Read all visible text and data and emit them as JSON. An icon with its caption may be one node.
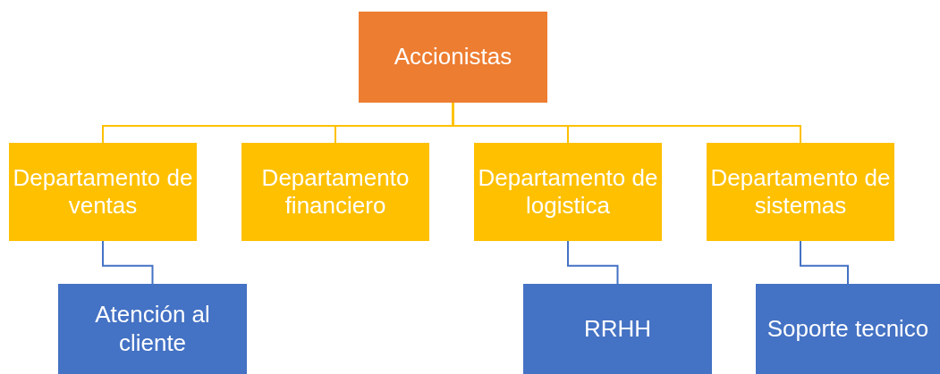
{
  "diagram": {
    "nodes": [
      {
        "text": [
          "Accionistas"
        ]
      },
      {
        "text": [
          "Departamento de ventas"
        ]
      },
      {
        "text": [
          "Departamento financiero"
        ]
      },
      {
        "text": [
          "Departamento de logistica"
        ]
      },
      {
        "text": [
          "Departamento de sistemas"
        ]
      },
      {
        "text": [
          "Atención al cliente"
        ]
      },
      {
        "text": [
          "RRHH"
        ]
      },
      {
        "text": [
          "Soporte tecnico"
        ]
      }
    ],
    "edges": [
      {
        "from": 0,
        "to": 1,
        "arrow": "none"
      },
      {
        "from": 0,
        "to": 2,
        "arrow": "none"
      },
      {
        "from": 0,
        "to": 3,
        "arrow": "none"
      },
      {
        "from": 0,
        "to": 4,
        "arrow": "none"
      },
      {
        "from": 1,
        "to": 5,
        "arrow": "none",
        "color": "#4472c4"
      },
      {
        "from": 3,
        "to": 6,
        "arrow": "none",
        "color": "#4472c4"
      },
      {
        "from": 4,
        "to": 7,
        "arrow": "none",
        "color": "#4472c4"
      }
    ]
  }
}
